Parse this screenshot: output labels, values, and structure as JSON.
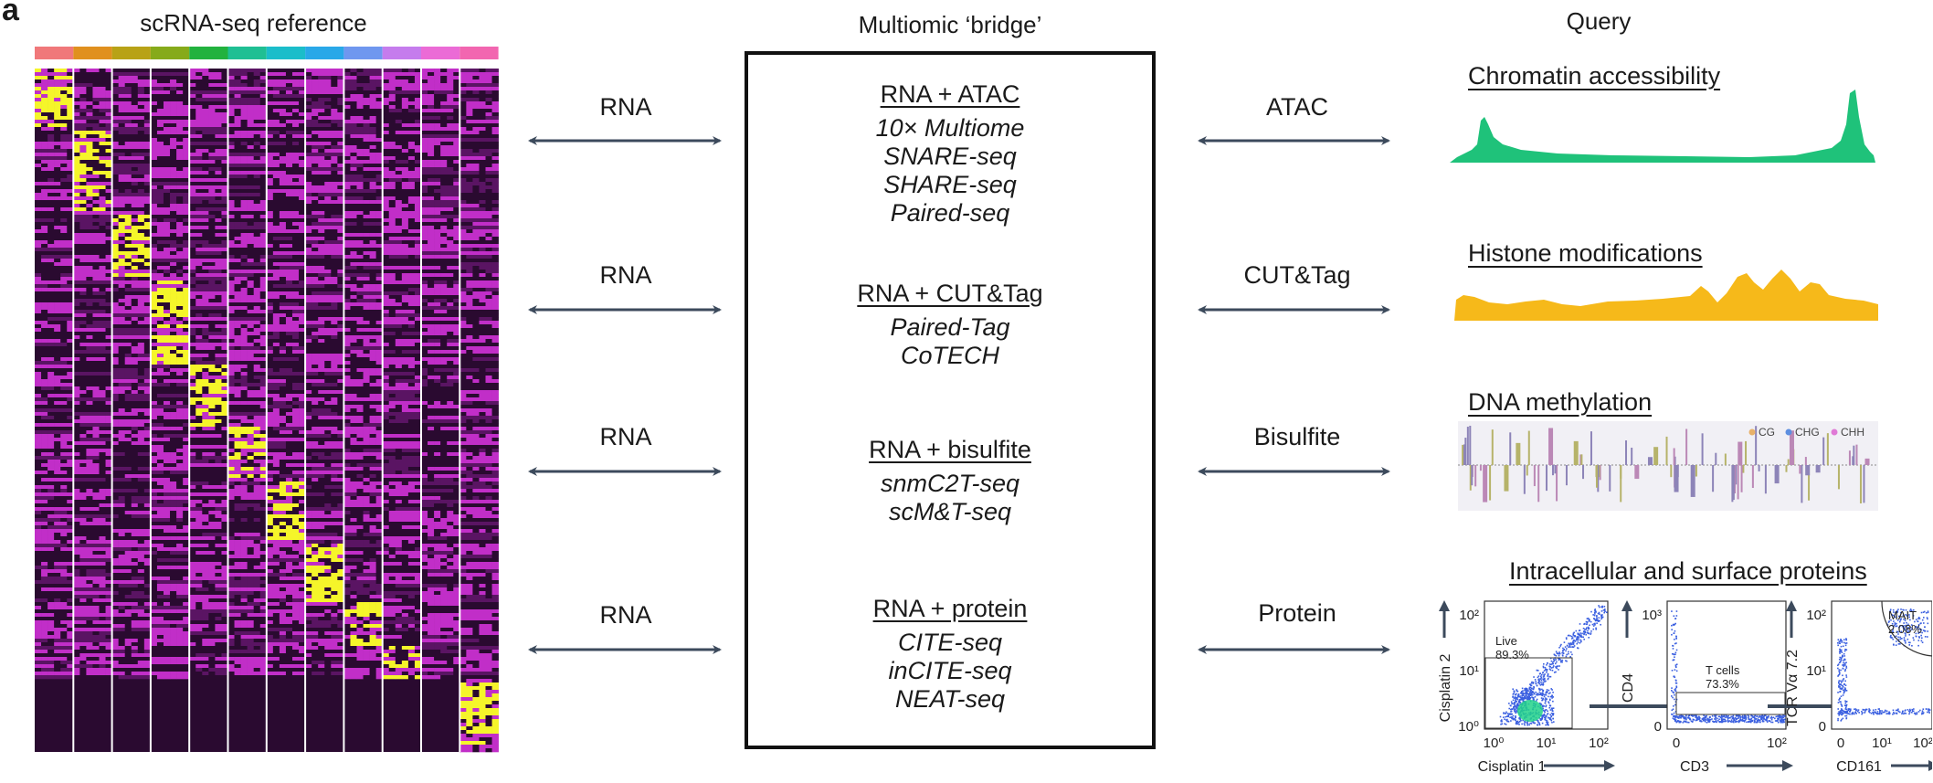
{
  "panel_label": "a",
  "reference": {
    "title": "scRNA-seq reference"
  },
  "bridge": {
    "title": "Multiomic ‘bridge’",
    "blocks": [
      {
        "heading": "RNA + ATAC",
        "items": [
          "10× Multiome",
          "SNARE-seq",
          "SHARE-seq",
          "Paired-seq"
        ]
      },
      {
        "heading": "RNA + CUT&Tag",
        "items": [
          "Paired-Tag",
          "CoTECH"
        ]
      },
      {
        "heading": "RNA + bisulfite",
        "items": [
          "snmC2T-seq",
          "scM&T-seq"
        ]
      },
      {
        "heading": "RNA + protein",
        "items": [
          "CITE-seq",
          "inCITE-seq",
          "NEAT-seq"
        ]
      }
    ]
  },
  "left_arrows": [
    "RNA",
    "RNA",
    "RNA",
    "RNA"
  ],
  "right_arrows": [
    "ATAC",
    "CUT&Tag",
    "Bisulfite",
    "Protein"
  ],
  "query": {
    "title": "Query",
    "panels": [
      "Chromatin accessibility",
      "Histone modifications",
      "DNA methylation",
      "Intracellular and surface proteins"
    ],
    "methylation_legend": [
      "CG",
      "CHG",
      "CHH"
    ],
    "flow": [
      {
        "y_label": "Cisplatin 2",
        "x_label": "Cisplatin 1",
        "y_ticks": [
          "10²",
          "10¹",
          "10⁰"
        ],
        "x_ticks": [
          "10⁰",
          "10¹",
          "10²"
        ],
        "gate_label": "Live",
        "gate_pct": "89.3%"
      },
      {
        "y_label": "CD4",
        "x_label": "CD3",
        "y_ticks": [
          "10³",
          "0"
        ],
        "x_ticks": [
          "0",
          "10²"
        ],
        "gate_label": "T cells",
        "gate_pct": "73.3%"
      },
      {
        "y_label": "TCR Vα 7.2",
        "x_label": "CD161",
        "y_ticks": [
          "10²",
          "10¹",
          "0"
        ],
        "x_ticks": [
          "0",
          "10¹",
          "10²"
        ],
        "gate_label": "MAIT",
        "gate_pct": "2.08%"
      }
    ]
  },
  "colors": {
    "heatmap_bar": [
      "#f0787a",
      "#e0901e",
      "#b8a216",
      "#86aa1a",
      "#22b23e",
      "#1fbf93",
      "#1bbdca",
      "#29a8e8",
      "#6f97ef",
      "#c57ced",
      "#eb6bd6",
      "#f266b0"
    ],
    "heat_high": "#f5f52a",
    "heat_mid": "#c12ec8",
    "heat_low": "#2a0a30",
    "chromatin": "#1fc27a",
    "histone": "#f6b91a",
    "arrow": "#3c4a5c",
    "flow_dots": "#3a5fe0"
  }
}
